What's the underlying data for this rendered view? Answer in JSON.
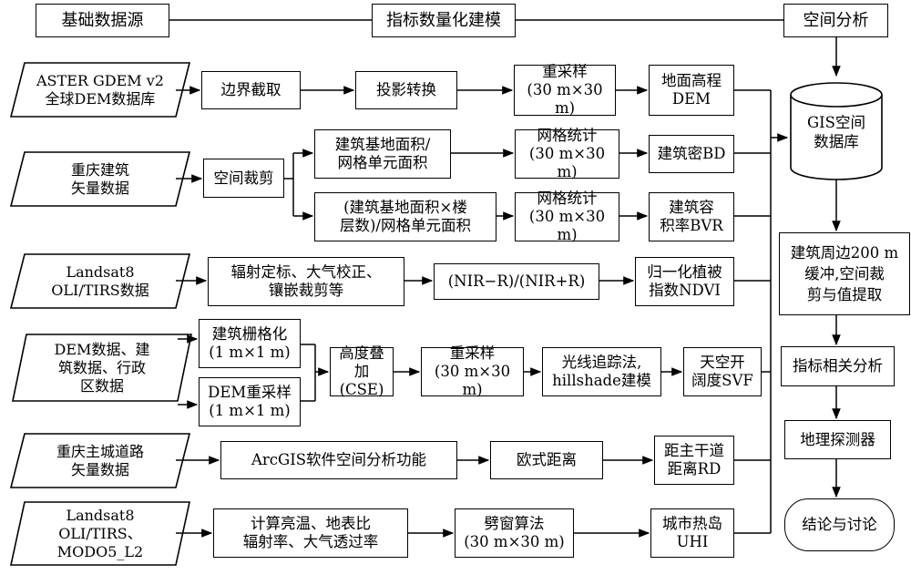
{
  "headers": {
    "source": "基础数据源",
    "quantify": "指标数量化建模",
    "spatial": "空间分析"
  },
  "sources": {
    "aster": "ASTER GDEM v2\n全球DEM数据库",
    "building_vec": "重庆建筑\n矢量数据",
    "landsat_oli": "Landsat8\nOLI/TIRS数据",
    "dem_mix": "DEM数据、建\n筑数据、行政\n区数据",
    "road_vec": "重庆主城道路\n矢量数据",
    "landsat_modo": "Landsat8\nOLI/TIRS、\nMODO5_L2"
  },
  "steps": {
    "boundary_clip": "边界截取",
    "projection": "投影转换",
    "resample_dem": "重采样\n(30 m×30 m)",
    "dem_out": "地面高程\nDEM",
    "spatial_crop": "空间裁剪",
    "bd_ratio": "建筑基地面积/\n网格单元面积",
    "bvr_ratio": "(建筑基地面积×楼\n层数)/网格单元面积",
    "grid_stat_bd": "网格统计\n(30 m×30 m)",
    "grid_stat_bvr": "网格统计\n(30 m×30 m)",
    "bd_out": "建筑密BD",
    "bvr_out": "建筑容\n积率BVR",
    "radiometric": "辐射定标、大气校正、\n镶嵌裁剪等",
    "ndvi_formula": "(NIR−R)/(NIR+R)",
    "ndvi_out": "归一化植被\n指数NDVI",
    "bldg_raster": "建筑栅格化\n(1 m×1 m)",
    "dem_resample": "DEM重采样\n(1 m×1 m)",
    "height_overlay": "高度叠加\n(CSE)",
    "resample_svf": "重采样\n(30 m×30 m)",
    "raytrace": "光线追踪法,\nhillshade建模",
    "svf_out": "天空开\n阔度SVF",
    "arcgis": "ArcGIS软件空间分析功能",
    "euclid": "欧式距离",
    "rd_out": "距主干道\n距离RD",
    "brightness": "计算亮温、地表比\n辐射率、大气透过率",
    "split_window": "劈窗算法\n(30 m×30 m)",
    "uhi_out": "城市热岛\nUHI"
  },
  "analysis": {
    "gis_db": "GIS空间\n数据库",
    "buffer": "建筑周边200 m\n缓冲,空间裁\n剪与值提取",
    "correlation": "指标相关分析",
    "detector": "地理探测器",
    "conclusion": "结论与讨论"
  }
}
